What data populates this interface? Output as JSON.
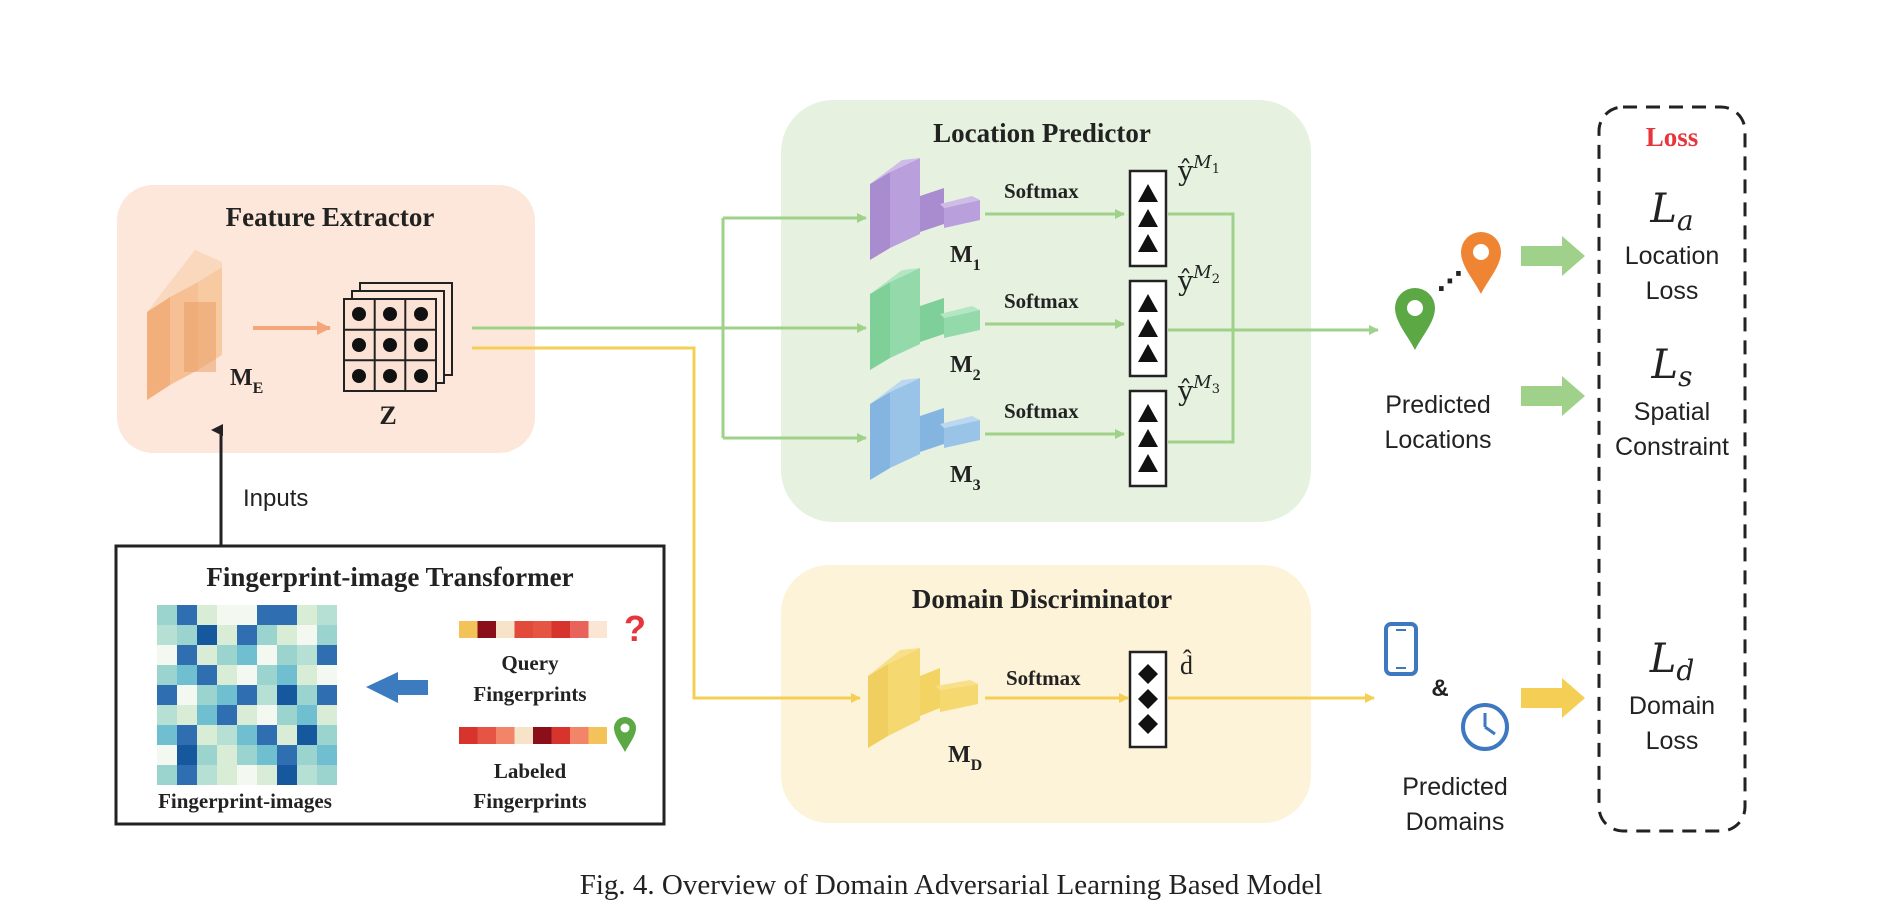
{
  "feature_extractor": {
    "title": "Feature Extractor",
    "model_main": "M",
    "model_sub": "E",
    "output_label": "Z"
  },
  "inputs_label": "Inputs",
  "transformer": {
    "title": "Fingerprint-image Transformer",
    "images_label": "Fingerprint-images",
    "query_label_1": "Query",
    "query_label_2": "Fingerprints",
    "query_mark": "?",
    "labeled_label_1": "Labeled",
    "labeled_label_2": "Fingerprints"
  },
  "location_predictor": {
    "title": "Location Predictor",
    "models": [
      {
        "main": "M",
        "sub": "1",
        "softmax": "Softmax",
        "out_hat": "ŷ",
        "out_sup": "M",
        "out_sub": "1"
      },
      {
        "main": "M",
        "sub": "2",
        "softmax": "Softmax",
        "out_hat": "ŷ",
        "out_sup": "M",
        "out_sub": "2"
      },
      {
        "main": "M",
        "sub": "3",
        "softmax": "Softmax",
        "out_hat": "ŷ",
        "out_sup": "M",
        "out_sub": "3"
      }
    ]
  },
  "domain_discriminator": {
    "title": "Domain Discriminator",
    "model_main": "M",
    "model_sub": "D",
    "softmax": "Softmax",
    "output": "d̂"
  },
  "predicted_locations": {
    "line1": "Predicted",
    "line2": "Locations",
    "ellipsis": "⋰"
  },
  "predicted_domains": {
    "line1": "Predicted",
    "line2": "Domains",
    "amp": "&"
  },
  "loss": {
    "title": "Loss",
    "items": [
      {
        "symbol": "L",
        "sub": "a",
        "line1": "Location",
        "line2": "Loss"
      },
      {
        "symbol": "L",
        "sub": "s",
        "line1": "Spatial",
        "line2": "Constraint"
      },
      {
        "symbol": "L",
        "sub": "d",
        "line1": "Domain",
        "line2": "Loss"
      }
    ]
  },
  "caption": "Fig. 4.  Overview of Domain Adversarial Learning Based Model",
  "colors": {
    "feature_bg": "#fde6da",
    "location_bg": "#e6f2df",
    "domain_bg": "#fdf3d8",
    "green_arrow": "#9fd18a",
    "yellow_arrow": "#f5cf55",
    "orange_arrow": "#f4a57a",
    "pin_green": "#5ba845",
    "pin_orange": "#ef8433",
    "loss_red": "#e8353c",
    "blue_arrow": "#3c7bc0"
  }
}
